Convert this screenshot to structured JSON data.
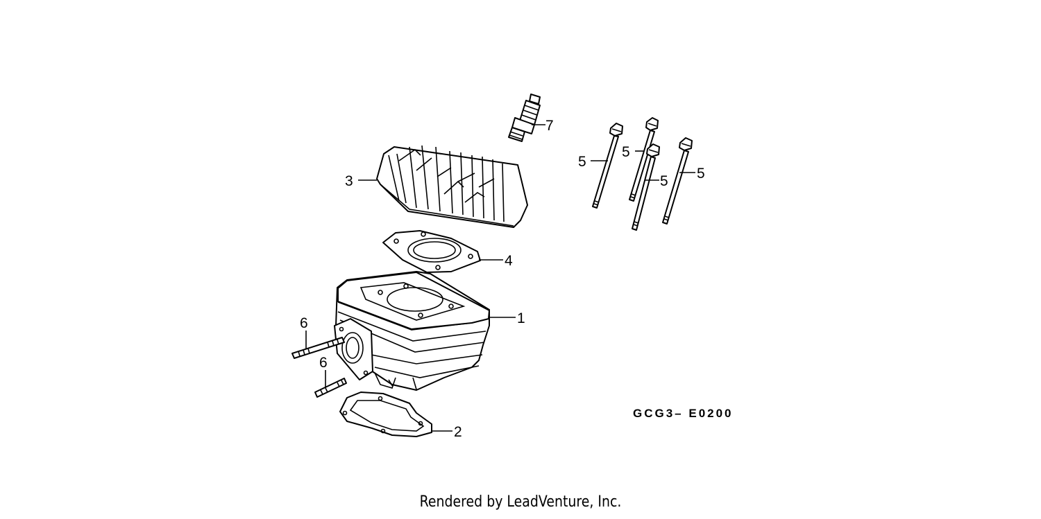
{
  "diagram": {
    "code": "GCG3– E0200",
    "callouts": {
      "cylinder": "1",
      "base_gasket": "2",
      "cylinder_head": "3",
      "head_gasket": "4",
      "bolt_a": "5",
      "bolt_b": "5",
      "bolt_c": "5",
      "bolt_d": "5",
      "stud_a": "6",
      "stud_b": "6",
      "spark_plug": "7"
    }
  },
  "footer": "Rendered by LeadVenture, Inc."
}
